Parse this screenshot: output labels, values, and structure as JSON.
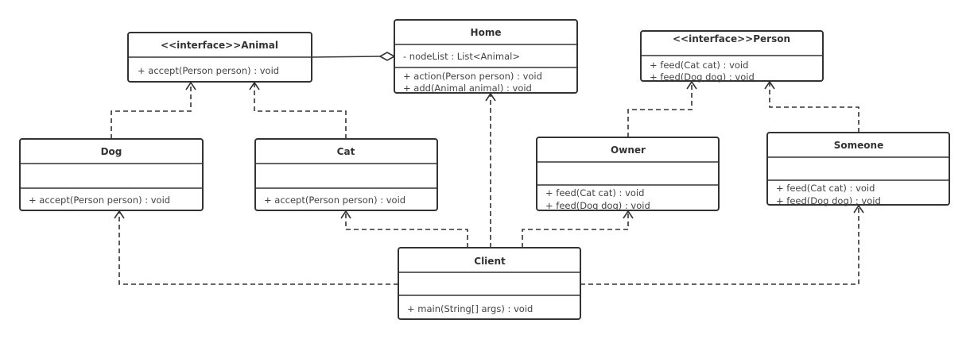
{
  "classes": {
    "animal": {
      "title": "<<interface>>Animal",
      "attributes": [],
      "methods": [
        "+ accept(Person person) : void"
      ]
    },
    "home": {
      "title": "Home",
      "attributes": [
        "- nodeList : List<Animal>"
      ],
      "methods": [
        "+ action(Person person) : void",
        "+ add(Animal animal) : void"
      ]
    },
    "person": {
      "title": "<<interface>>Person",
      "attributes": [],
      "methods": [
        "+ feed(Cat cat) : void",
        "+ feed(Dog dog) : void"
      ]
    },
    "dog": {
      "title": "Dog",
      "methods": [
        "+ accept(Person person) : void"
      ]
    },
    "cat": {
      "title": "Cat",
      "methods": [
        "+ accept(Person person) : void"
      ]
    },
    "owner": {
      "title": "Owner",
      "methods": [
        "+ feed(Cat cat) : void",
        "+ feed(Dog dog) : void"
      ]
    },
    "someone": {
      "title": "Someone",
      "methods": [
        "+ feed(Cat cat) : void",
        "+ feed(Dog dog) : void"
      ]
    },
    "client": {
      "title": "Client",
      "methods": [
        "+ main(String[] args) : void"
      ]
    }
  },
  "relations": [
    {
      "from": "Home",
      "to": "Animal",
      "type": "aggregation"
    },
    {
      "from": "Dog",
      "to": "Animal",
      "type": "realization"
    },
    {
      "from": "Cat",
      "to": "Animal",
      "type": "realization"
    },
    {
      "from": "Owner",
      "to": "Person",
      "type": "realization"
    },
    {
      "from": "Someone",
      "to": "Person",
      "type": "realization"
    },
    {
      "from": "Client",
      "to": "Home",
      "type": "dependency"
    },
    {
      "from": "Client",
      "to": "Dog",
      "type": "dependency"
    },
    {
      "from": "Client",
      "to": "Cat",
      "type": "dependency"
    },
    {
      "from": "Client",
      "to": "Owner",
      "type": "dependency"
    },
    {
      "from": "Client",
      "to": "Someone",
      "type": "dependency"
    }
  ]
}
